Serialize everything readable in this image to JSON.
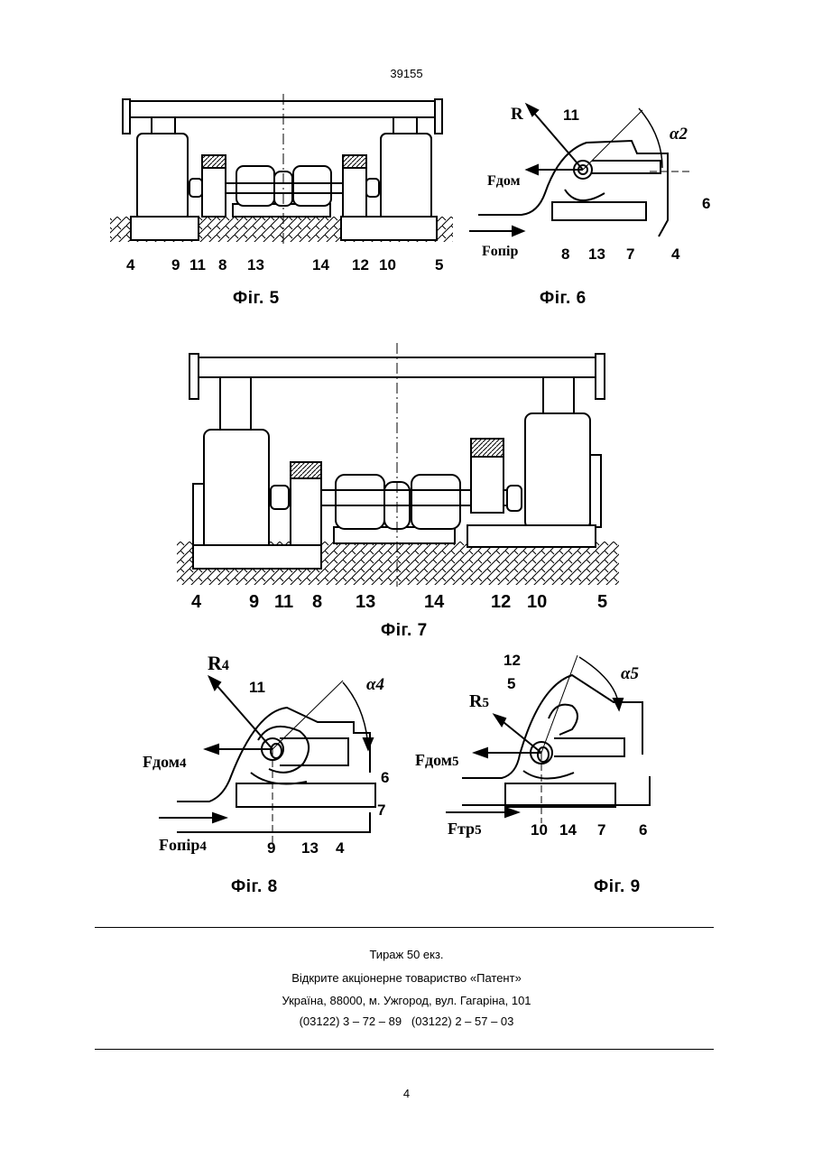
{
  "header": {
    "doc_number": "39155"
  },
  "figures": {
    "fig5": {
      "caption": "Фіг. 5",
      "labels": [
        "4",
        "9",
        "11",
        "8",
        "13",
        "14",
        "12",
        "10",
        "5"
      ]
    },
    "fig6": {
      "caption": "Фіг. 6",
      "force_labels": {
        "r": "R",
        "fdom": "Fдом",
        "fopir": "Fопір",
        "alpha": "α2"
      },
      "labels": [
        "11",
        "6",
        "8",
        "13",
        "7",
        "4"
      ]
    },
    "fig7": {
      "caption": "Фіг. 7",
      "labels": [
        "4",
        "9",
        "11",
        "8",
        "13",
        "14",
        "12",
        "10",
        "5"
      ]
    },
    "fig8": {
      "caption": "Фіг. 8",
      "force_labels": {
        "r": "R",
        "r_sub": "4",
        "fdom": "Fдом",
        "fdom_sub": "4",
        "fopir": "Fопір",
        "fopir_sub": "4",
        "alpha": "α4"
      },
      "labels": [
        "11",
        "6",
        "7",
        "9",
        "13",
        "4"
      ]
    },
    "fig9": {
      "caption": "Фіг. 9",
      "force_labels": {
        "r": "R",
        "r_sub": "5",
        "fdom": "Fдом",
        "fdom_sub": "5",
        "ftr": "Fтр",
        "ftr_sub": "5",
        "alpha": "α5"
      },
      "labels": [
        "12",
        "5",
        "10",
        "14",
        "7",
        "6"
      ]
    }
  },
  "footer": {
    "circulation": "Тираж 50 екз.",
    "publisher": "Відкрите акціонерне товариство «Патент»",
    "address": "Україна, 88000, м. Ужгород, вул. Гагаріна, 101",
    "phones": "(03122) 3 – 72 – 89   (03122) 2 – 57 – 03"
  },
  "page_number": "4"
}
